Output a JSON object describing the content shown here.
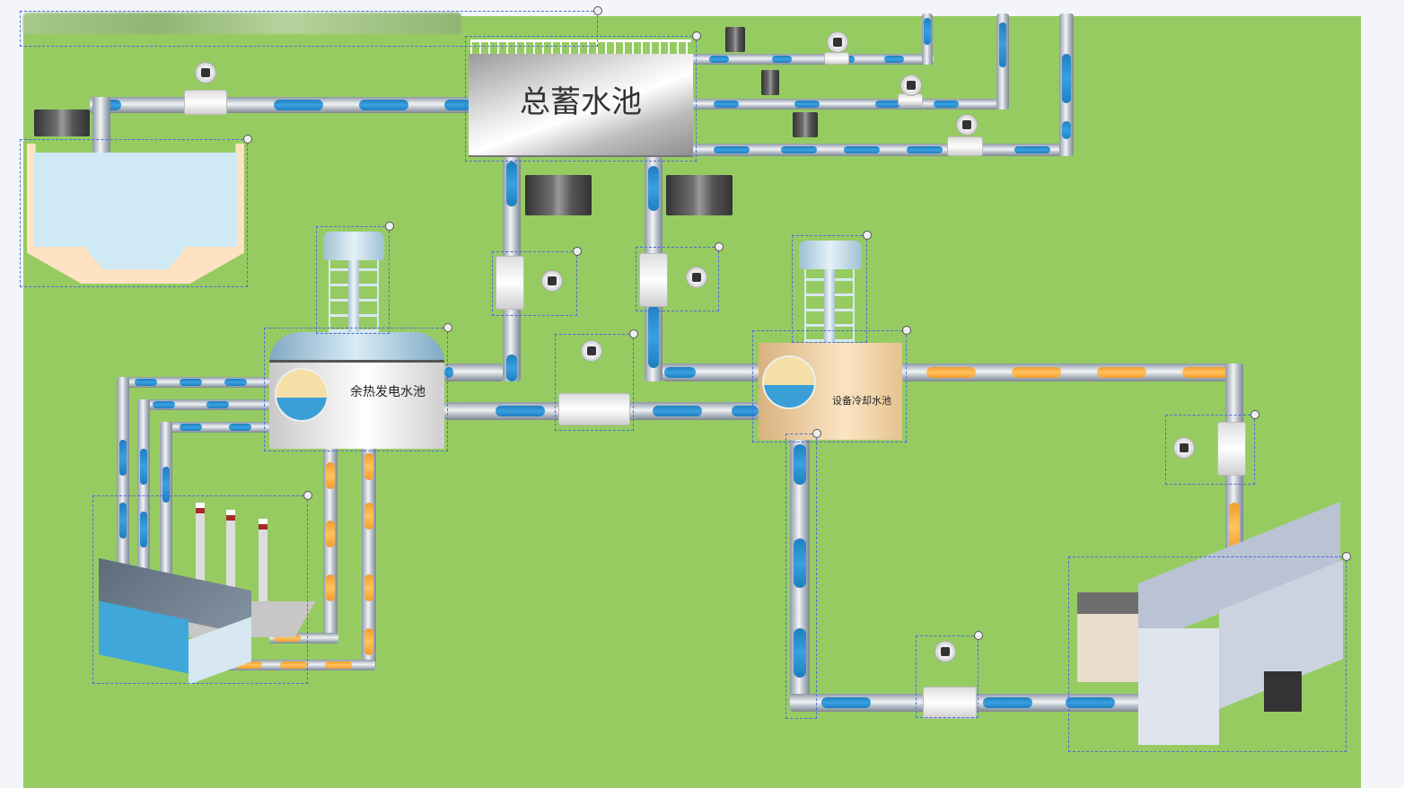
{
  "diagram": {
    "main_tank": {
      "label": "总蓄水池"
    },
    "heat_power_tank": {
      "label": "余热发电水池"
    },
    "cooling_tank": {
      "label": "设备冷却水池"
    }
  },
  "colors": {
    "canvas": "#96cb62",
    "water_flow": "#2a8fcf",
    "hot_flow": "#f5a623",
    "selection": "#4a6fd6"
  }
}
